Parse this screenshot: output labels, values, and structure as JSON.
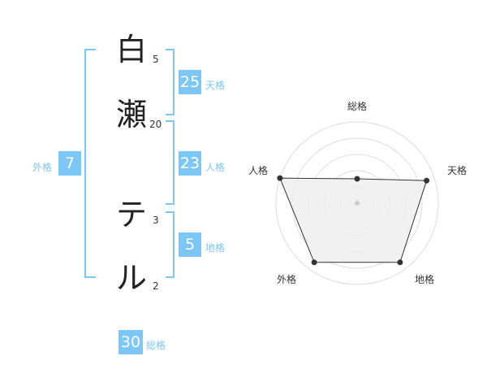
{
  "name": {
    "chars": [
      {
        "char": "白",
        "strokes": "5"
      },
      {
        "char": "瀬",
        "strokes": "20"
      },
      {
        "char": "テ",
        "strokes": "3"
      },
      {
        "char": "ル",
        "strokes": "2"
      }
    ]
  },
  "kaku": {
    "ten": {
      "value": "25",
      "label": "天格"
    },
    "jin": {
      "value": "23",
      "label": "人格"
    },
    "chi": {
      "value": "5",
      "label": "地格"
    },
    "gai": {
      "value": "7",
      "label": "外格"
    },
    "sou": {
      "value": "30",
      "label": "総格"
    }
  },
  "chart_data": {
    "type": "radar",
    "axes": [
      "総格",
      "天格",
      "地格",
      "外格",
      "人格"
    ],
    "values": [
      1.5,
      4.5,
      4.5,
      4.5,
      5
    ],
    "max": 5,
    "rings": 5,
    "colors": {
      "fill": "#eeeeee",
      "line": "#333333",
      "grid": "#dddddd"
    }
  }
}
